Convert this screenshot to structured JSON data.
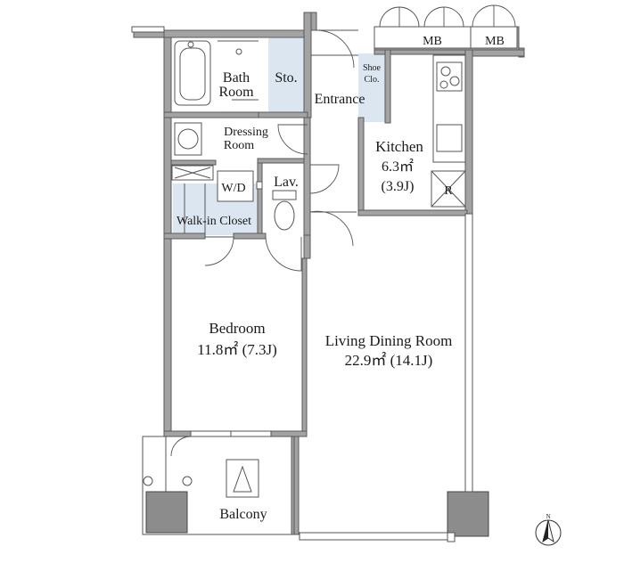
{
  "rooms": {
    "bath": "Bath",
    "bath_room": "Room",
    "storage": "Sto.",
    "entrance": "Entrance",
    "shoe_closet": "Shoe",
    "shoe_closet_2": "Clo.",
    "dressing": "Dressing",
    "dressing_room": "Room",
    "washer_dryer": "W/D",
    "lavatory": "Lav.",
    "walk_in_closet": "Walk-in Closet",
    "kitchen": "Kitchen",
    "kitchen_area": "6.3㎡",
    "kitchen_jo": "(3.9J)",
    "refrigerator": "R",
    "meter_box_1": "MB",
    "meter_box_2": "MB",
    "bedroom": "Bedroom",
    "bedroom_area": "11.8㎡ (7.3J)",
    "living": "Living Dining Room",
    "living_area": "22.9㎡ (14.1J)",
    "balcony": "Balcony"
  },
  "compass": {
    "north": "N"
  },
  "colors": {
    "wall": "#a3a3a3",
    "storage": "#dbe6f0"
  }
}
